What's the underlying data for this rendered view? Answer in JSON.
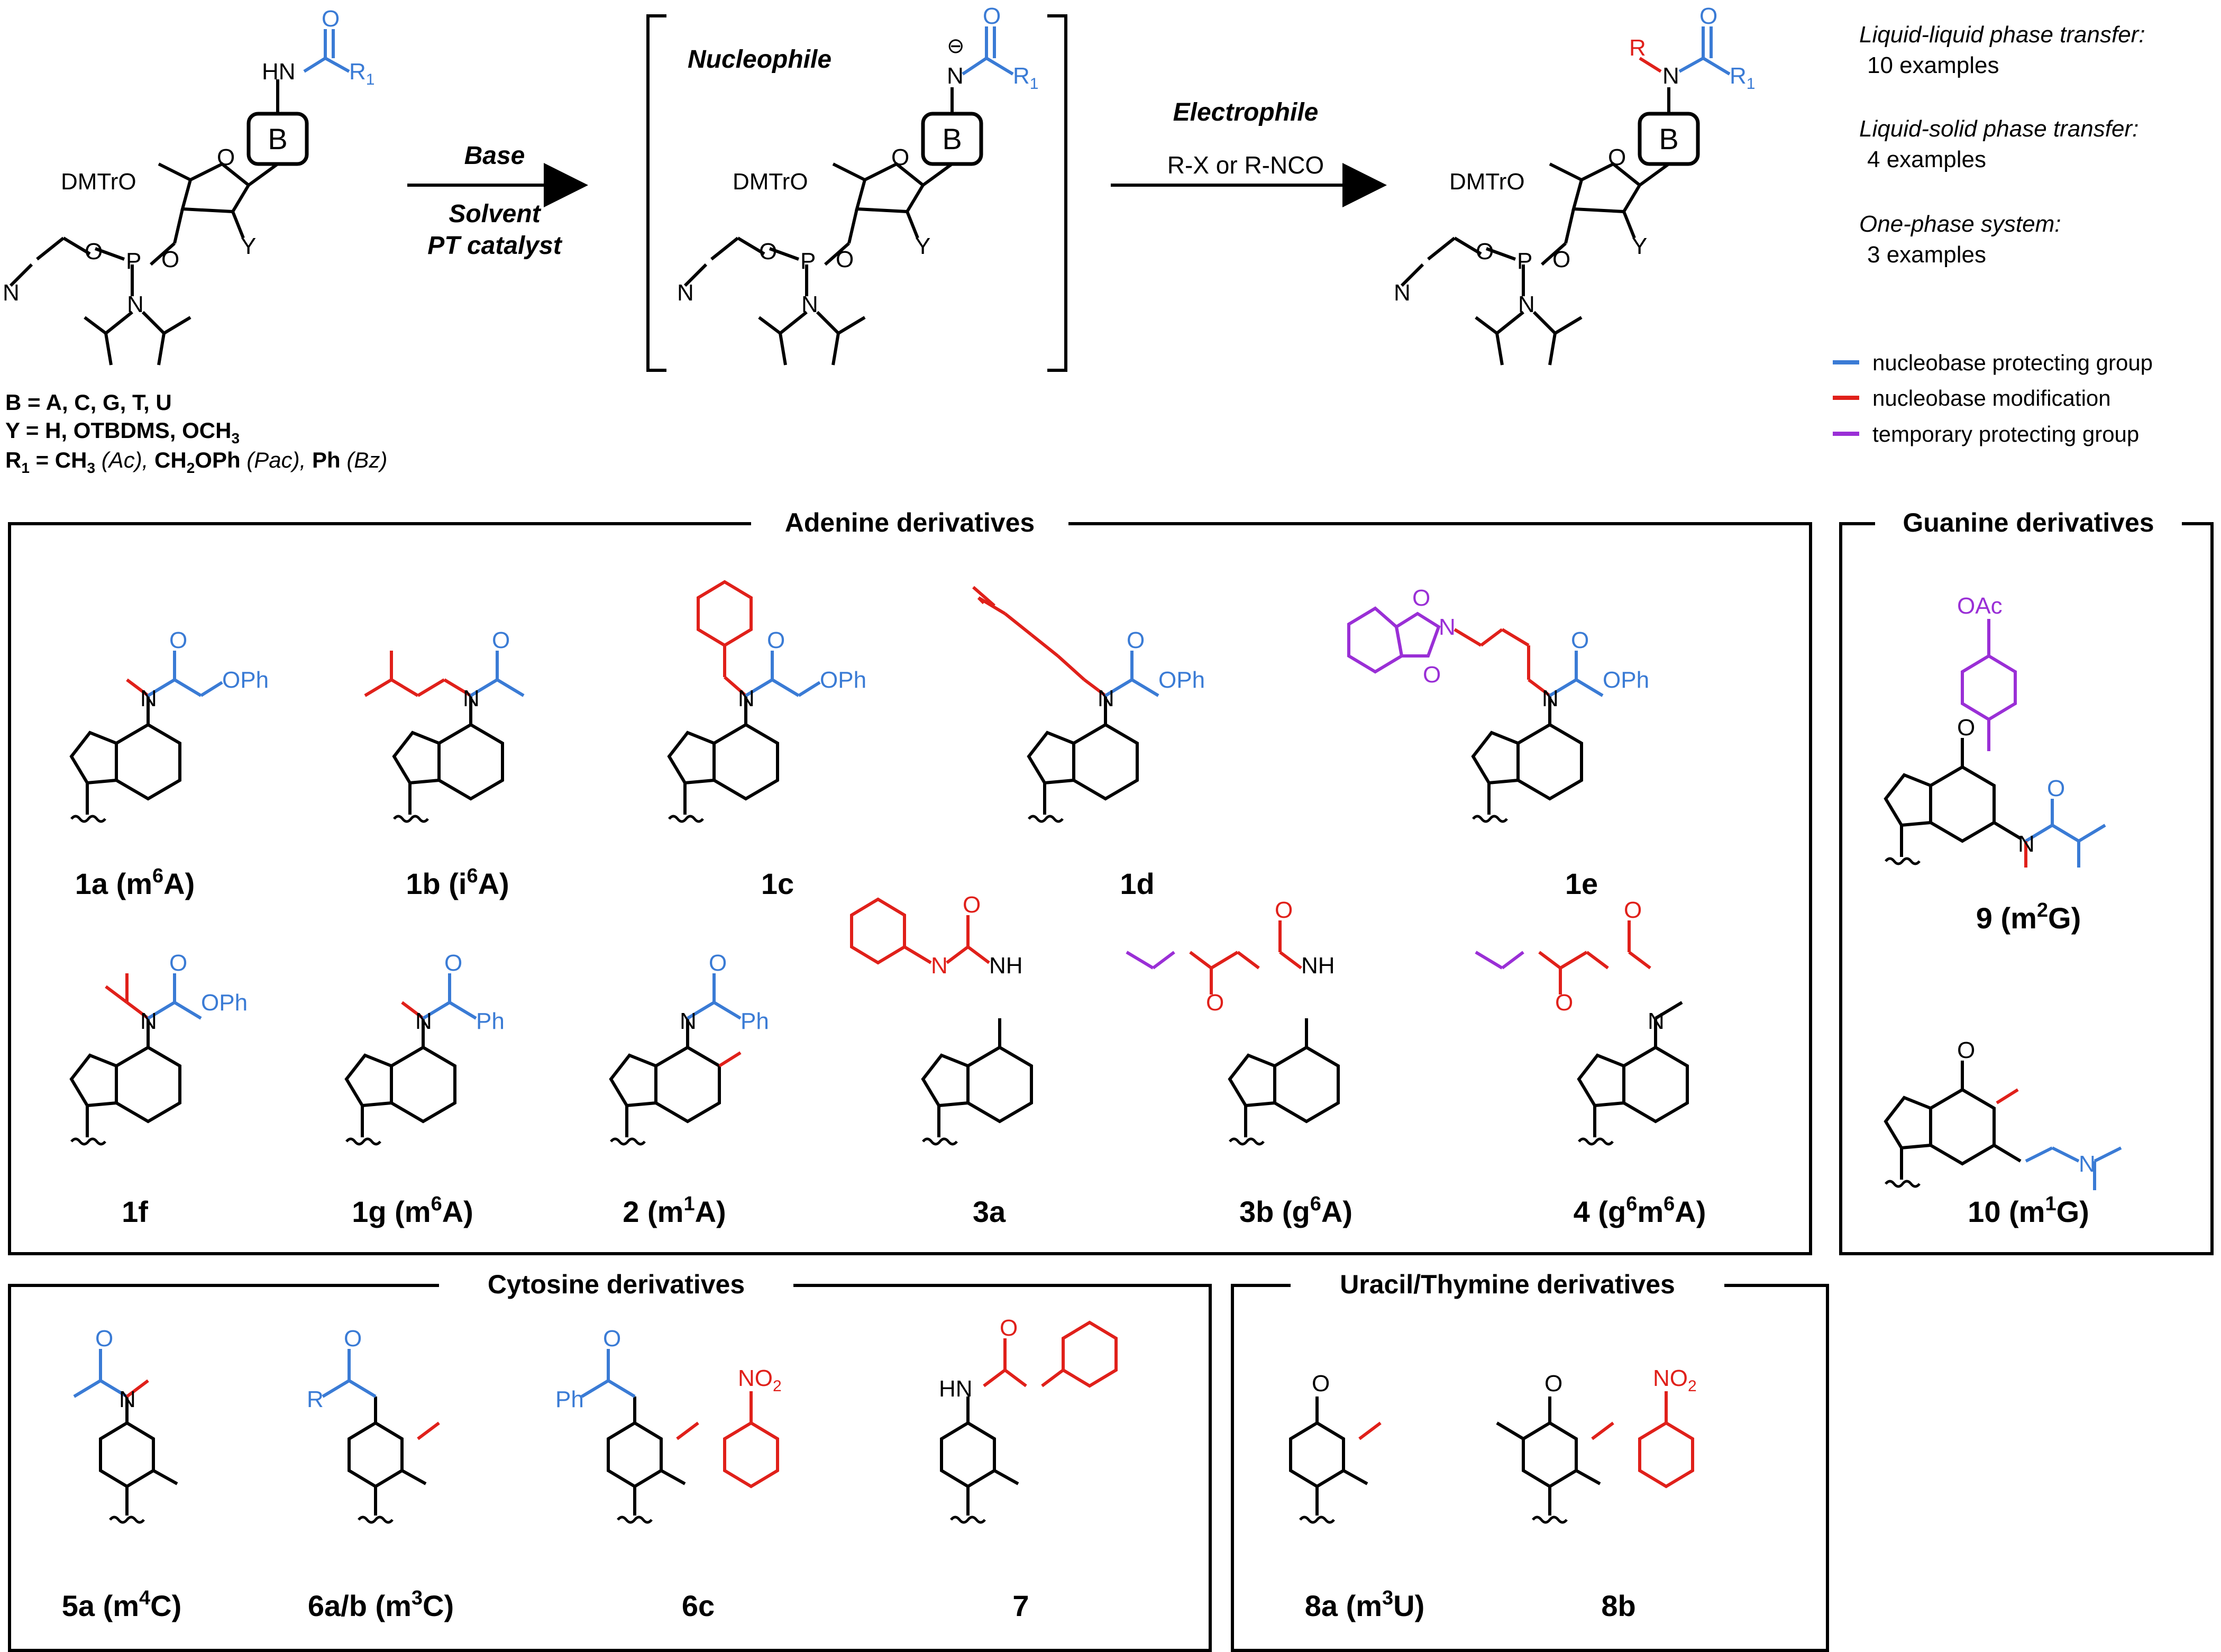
{
  "scheme": {
    "reagents": {
      "step1_line1": "Base",
      "step1_line2": "Solvent",
      "step1_line3": "PT catalyst",
      "intermediate_label": "Nucleophile",
      "step2_title": "Electrophile",
      "step2_reagent": "R-X or R-NCO"
    },
    "atoms": {
      "dmtro": "DMTrO",
      "base_box": "B",
      "hn": "HN",
      "n": "N",
      "o": "O",
      "p": "P",
      "y": "Y",
      "r1": "R",
      "r1_sub": "1",
      "r": "R",
      "minus": "⊖"
    },
    "definitions": {
      "b_line": "B = A, C, G, T, U",
      "y_line": "Y = H, OTBDMS, OCH",
      "y_sub": "3",
      "r1_pre": "R",
      "r1_sub": "1",
      "r1_a": " = CH",
      "r1_a_sub": "3",
      "r1_a_abbr": " (Ac), ",
      "r1_b": "CH",
      "r1_b_sub": "2",
      "r1_b2": "OPh",
      "r1_b_abbr": " (Pac), ",
      "r1_c": "Ph",
      "r1_c_abbr": " (Bz)"
    },
    "phase_notes": [
      {
        "title": "Liquid-liquid phase transfer:",
        "count": "10 examples"
      },
      {
        "title": "Liquid-solid phase transfer:",
        "count": "4 examples"
      },
      {
        "title": "One-phase system:",
        "count": "3 examples"
      }
    ]
  },
  "legend": [
    {
      "label": "nucleobase protecting group",
      "color": "#3a7bd5"
    },
    {
      "label": "nucleobase modification",
      "color": "#e0201a"
    },
    {
      "label": "temporary protecting group",
      "color": "#9a2fd6"
    }
  ],
  "panels": {
    "adenine": {
      "title": "Adenine derivatives",
      "compounds": [
        {
          "id": "1a",
          "base": "1a (m",
          "sup": "6",
          "tail": "A)"
        },
        {
          "id": "1b",
          "base": "1b (i",
          "sup": "6",
          "tail": "A)"
        },
        {
          "id": "1c",
          "base": "1c",
          "sup": "",
          "tail": ""
        },
        {
          "id": "1d",
          "base": "1d",
          "sup": "",
          "tail": ""
        },
        {
          "id": "1e",
          "base": "1e",
          "sup": "",
          "tail": ""
        },
        {
          "id": "1f",
          "base": "1f",
          "sup": "",
          "tail": ""
        },
        {
          "id": "1g",
          "base": "1g (m",
          "sup": "6",
          "tail": "A)"
        },
        {
          "id": "2",
          "base": "2 (m",
          "sup": "1",
          "tail": "A)"
        },
        {
          "id": "3a",
          "base": "3a",
          "sup": "",
          "tail": ""
        },
        {
          "id": "3b",
          "base": "3b (g",
          "sup": "6",
          "tail": "A)"
        },
        {
          "id": "4",
          "base": "4 (g",
          "sup": "6",
          "tail": "m",
          "sup2": "6",
          "tail2": "A)"
        }
      ]
    },
    "guanine": {
      "title": "Guanine derivatives",
      "compounds": [
        {
          "id": "9",
          "base": "9 (m",
          "sup": "2",
          "tail": "G)"
        },
        {
          "id": "10",
          "base": "10 (m",
          "sup": "1",
          "tail": "G)"
        }
      ]
    },
    "cytosine": {
      "title": "Cytosine derivatives",
      "compounds": [
        {
          "id": "5a",
          "base": "5a (m",
          "sup": "4",
          "tail": "C)"
        },
        {
          "id": "6ab",
          "base": "6a/b (m",
          "sup": "3",
          "tail": "C)"
        },
        {
          "id": "6c",
          "base": "6c",
          "sup": "",
          "tail": ""
        },
        {
          "id": "7",
          "base": "7",
          "sup": "",
          "tail": ""
        }
      ]
    },
    "uracil": {
      "title": "Uracil/Thymine derivatives",
      "compounds": [
        {
          "id": "8a",
          "base": "8a (m",
          "sup": "3",
          "tail": "U)"
        },
        {
          "id": "8b",
          "base": "8b",
          "sup": "",
          "tail": ""
        }
      ]
    }
  },
  "struct_labels": {
    "ophe": "OPh",
    "ph": "Ph",
    "oac": "OAc",
    "no2": "NO",
    "no2_sub": "2",
    "nh": "NH",
    "hn": "HN",
    "h": "H",
    "n": "N",
    "o": "O",
    "r": "R"
  },
  "colors": {
    "blue": "#3a7bd5",
    "red": "#e0201a",
    "purple": "#9a2fd6",
    "black": "#000000"
  }
}
